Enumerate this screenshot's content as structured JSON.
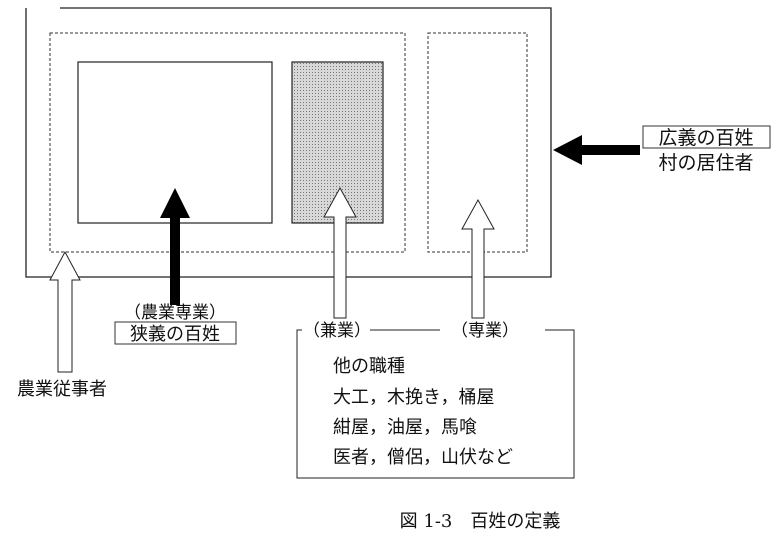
{
  "labels": {
    "broad_peasant": "広義の百姓",
    "village_resident": "村の居住者",
    "full_time_farming": "（農業専業）",
    "narrow_peasant": "狭義の百姓",
    "farm_worker": "農業従事者",
    "part_time": "（兼業）",
    "full_time": "（専業）",
    "other_occupations": "他の職種",
    "occupations_line1": "大工，木挽き，桶屋",
    "occupations_line2": "紺屋，油屋，馬喰",
    "occupations_line3": "医者，僧侶，山伏など"
  },
  "caption": "図 1-3　百姓の定義",
  "colors": {
    "line": "#111111",
    "shade": "#bdbdbd"
  }
}
